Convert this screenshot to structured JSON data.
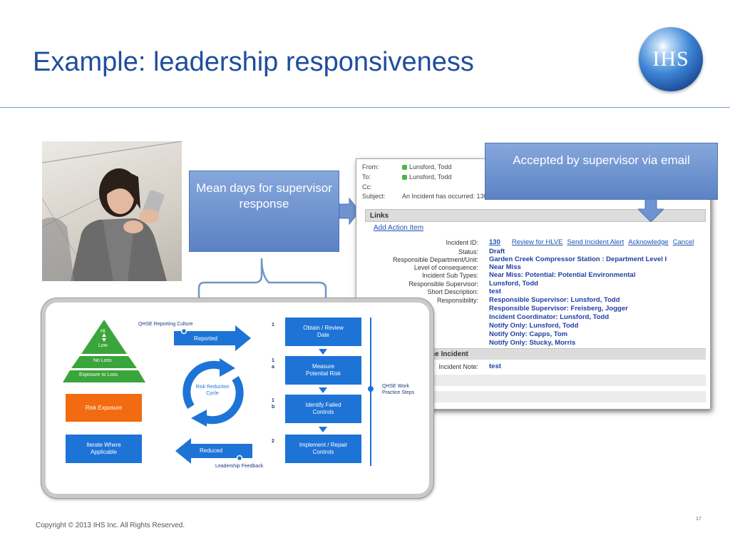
{
  "slide": {
    "title": "Example: leadership responsiveness",
    "footer": "Copyright © 2013  IHS Inc. All Rights Reserved.",
    "page_number": "17",
    "logo_text": "IHS"
  },
  "callouts": {
    "mean_days": "Mean days for supervisor response",
    "accepted": "Accepted by supervisor via email"
  },
  "email": {
    "from_label": "From:",
    "from_value": "Lunsford, Todd",
    "to_label": "To:",
    "to_value": "Lunsford, Todd",
    "cc_label": "Cc:",
    "subject_label": "Subject:",
    "subject_value": "An Incident has occurred: 130",
    "links_header": "Links",
    "add_action_item": "Add Action Item",
    "incident_id_label": "Incident ID:",
    "incident_id_value": "130",
    "action_links": [
      "Review for HLVE",
      "Send Incident Alert",
      "Acknowledge",
      "Cancel"
    ],
    "fields": [
      {
        "label": "Status:",
        "values": [
          "Draft"
        ]
      },
      {
        "label": "Responsible Department/Unit:",
        "values": [
          "Garden Creek Compressor Station : Department Level I"
        ]
      },
      {
        "label": "Level of consequence:",
        "values": [
          "Near Miss"
        ]
      },
      {
        "label": "Incident Sub Types:",
        "values": [
          "Near Miss: Potential: Potential Environmental"
        ]
      },
      {
        "label": "Responsible Supervisor:",
        "values": [
          "Lunsford, Todd"
        ]
      },
      {
        "label": "Short Description:",
        "values": [
          "test"
        ]
      },
      {
        "label": "Responsibility:",
        "values": [
          "Responsible Supervisor: Lunsford, Todd",
          "Responsible Supervisor: Freisberg, Jogger",
          "Incident Coordinator: Lunsford, Todd",
          "Notify Only: Lunsford, Todd",
          "Notify Only: Capps, Tom",
          "Notify Only: Stucky, Morris"
        ]
      }
    ],
    "section_header": "he Incident",
    "incident_note_label": "Incident Note:",
    "incident_note_value": "test"
  },
  "diagram": {
    "pyramid": {
      "hi": "Hi",
      "low": "Low",
      "no_loss": "No Loss",
      "exposure": "Exposure to Loss"
    },
    "risk_exposure": "Risk Exposure",
    "iterate": "Iterate Where Applicable",
    "qhse_culture": "QHSE Reporting Culture",
    "reported": "Reported",
    "reduced": "Reduced",
    "leadership_feedback": "Leadership Feedback",
    "cycle": "Risk Reduction Cycle",
    "steps": [
      {
        "num": "1",
        "label": "Obtain / Review Date"
      },
      {
        "num": "1 a",
        "label": "Measure Potential Risk"
      },
      {
        "num": "1 b",
        "label": "Identify Failed Controls"
      },
      {
        "num": "2",
        "label": "Implement / Repair Controls"
      }
    ],
    "qhse_steps": "QHSE Work Practice Steps"
  },
  "colors": {
    "title": "#1f4e9c",
    "callout": "#6f93cf",
    "green": "#3aa53a",
    "orange": "#f26b10",
    "step_blue": "#1e73d6"
  }
}
